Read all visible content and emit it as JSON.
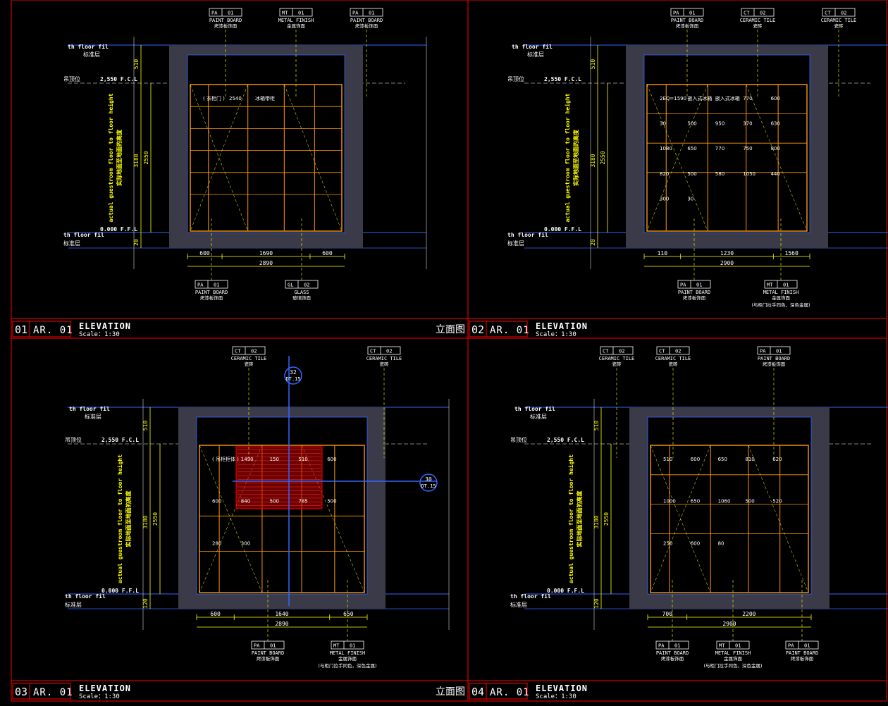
{
  "colors": {
    "frame": "#ff0000",
    "wall": "#3a3a48",
    "cabinet": "#ff9900",
    "dim": "#ffff00",
    "blue": "#3366ff",
    "text": "#ffffff",
    "cyan": "#00ffff"
  },
  "panels": [
    {
      "num": "01",
      "code": "AR. 01",
      "title": "ELEVATION",
      "scale": "Scale：1:30",
      "cn_title": "立面图",
      "tags_top": [
        {
          "code": "PA",
          "num": "01",
          "en": "PAINT BOARD",
          "cn": "烤漆板饰面"
        },
        {
          "code": "MT",
          "num": "01",
          "en": "METAL FINISH",
          "cn": "金属饰面"
        },
        {
          "code": "PA",
          "num": "01",
          "en": "PAINT BOARD",
          "cn": "烤漆板饰面"
        }
      ],
      "tags_bottom": [
        {
          "code": "PA",
          "num": "01",
          "en": "PAINT BOARD",
          "cn": "烤漆板饰面",
          "note": ""
        },
        {
          "code": "GL",
          "num": "02",
          "en": "GLASS",
          "cn": "玻璃饰面",
          "note": ""
        }
      ],
      "levels": {
        "top_en": "th floor fil",
        "top_cn": "标准层",
        "ceil_cn": "吊顶位",
        "ceil_val": "2,550 F.C.L",
        "floor_val": "0.000 F.F.L",
        "bot_en": "th floor fil",
        "bot_cn": "标准层"
      },
      "vdims": [
        "510",
        "2550",
        "3180",
        "20"
      ],
      "vnote_en": "actual guestroom floor to floor height",
      "vnote_cn": "实际地面至地面的高度",
      "bottom_dims": [
        "600",
        "1690",
        "600"
      ],
      "total": "2890",
      "inner_labels": [
        "( 衣柜门 )",
        "2540",
        "冰箱带柜"
      ]
    },
    {
      "num": "02",
      "code": "AR. 01",
      "title": "ELEVATION",
      "scale": "Scale：1:30",
      "cn_title": "",
      "tags_top": [
        {
          "code": "PA",
          "num": "01",
          "en": "PAINT BOARD",
          "cn": "烤漆板饰面"
        },
        {
          "code": "CT",
          "num": "02",
          "en": "CERAMIC TILE",
          "cn": "瓷砖"
        },
        {
          "code": "CT",
          "num": "02",
          "en": "CERAMIC TILE",
          "cn": "瓷砖"
        }
      ],
      "tags_bottom": [
        {
          "code": "PA",
          "num": "01",
          "en": "PAINT BOARD",
          "cn": "烤漆板饰面",
          "note": ""
        },
        {
          "code": "MT",
          "num": "01",
          "en": "METAL FINISH",
          "cn": "金属饰面",
          "note": "(与柜门拉手同色，深色金属)"
        }
      ],
      "levels": {
        "top_en": "th floor fil",
        "top_cn": "标准层",
        "ceil_cn": "吊顶位",
        "ceil_val": "2,550 F.C.L",
        "floor_val": "0.000 F.F.L",
        "bot_en": "th floor fil",
        "bot_cn": "标准层"
      },
      "vdims": [
        "510",
        "2550",
        "3180",
        "20"
      ],
      "vnote_en": "actual guestroom floor to floor height",
      "vnote_cn": "实际地面至地面的高度",
      "bottom_dims": [
        "110",
        "1230",
        "1560"
      ],
      "total": "2900",
      "inner_labels": [
        "2EQ=1590",
        "嵌入式冰箱",
        "嵌入式冰箱",
        "770",
        "600",
        "30",
        "500",
        "950",
        "370",
        "630",
        "1080",
        "650",
        "770",
        "750",
        "800",
        "820",
        "500",
        "580",
        "1050",
        "440",
        "300",
        "30"
      ]
    },
    {
      "num": "03",
      "code": "AR. 01",
      "title": "ELEVATION",
      "scale": "Scale：1:30",
      "cn_title": "立面图",
      "tags_top": [
        {
          "code": "CT",
          "num": "02",
          "en": "CERAMIC TILE",
          "cn": "瓷砖"
        },
        {
          "code": "CT",
          "num": "02",
          "en": "CERAMIC TILE",
          "cn": "瓷砖"
        }
      ],
      "tags_bottom": [
        {
          "code": "PA",
          "num": "01",
          "en": "PAINT BOARD",
          "cn": "烤漆板饰面",
          "note": ""
        },
        {
          "code": "MT",
          "num": "01",
          "en": "METAL FINISH",
          "cn": "金属饰面",
          "note": "(与柜门拉手同色，深色金属)"
        }
      ],
      "callouts": [
        {
          "num": "32",
          "ref": "DT.15"
        },
        {
          "num": "30",
          "ref": "DT.15"
        }
      ],
      "levels": {
        "top_en": "th floor fil",
        "top_cn": "标准层",
        "ceil_cn": "吊顶位",
        "ceil_val": "2,550 F.C.L",
        "floor_val": "0.000 F.F.L",
        "bot_en": "th floor fil",
        "bot_cn": "标准层"
      },
      "vdims": [
        "510",
        "2550",
        "3180",
        "120"
      ],
      "vnote_en": "actual guestroom floor to floor height",
      "vnote_cn": "实际地面至地面的高度",
      "bottom_dims": [
        "600",
        "1640",
        "650"
      ],
      "total": "2890",
      "inner_labels": [
        "( 吊柜柜体 )",
        "1490",
        "150",
        "510",
        "600",
        "600",
        "840",
        "500",
        "785",
        "500",
        "280",
        "300"
      ]
    },
    {
      "num": "04",
      "code": "AR. 01",
      "title": "ELEVATION",
      "scale": "Scale：1:30",
      "cn_title": "",
      "tags_top": [
        {
          "code": "CT",
          "num": "02",
          "en": "CERAMIC TILE",
          "cn": "瓷砖"
        },
        {
          "code": "CT",
          "num": "02",
          "en": "CERAMIC TILE",
          "cn": "瓷砖"
        },
        {
          "code": "PA",
          "num": "01",
          "en": "PAINT BOARD",
          "cn": "烤漆板饰面"
        }
      ],
      "tags_bottom": [
        {
          "code": "PA",
          "num": "01",
          "en": "PAINT BOARD",
          "cn": "烤漆板饰面",
          "note": ""
        },
        {
          "code": "MT",
          "num": "01",
          "en": "METAL FINISH",
          "cn": "金属饰面",
          "note": "(与柜门拉手同色，深色金属)"
        },
        {
          "code": "PA",
          "num": "01",
          "en": "PAINT BOARD",
          "cn": "烤漆板饰面",
          "note": ""
        }
      ],
      "levels": {
        "top_en": "th floor fil",
        "top_cn": "标准层",
        "ceil_cn": "吊顶位",
        "ceil_val": "2,550 F.C.L",
        "floor_val": "0.000 F.F.L",
        "bot_en": "th floor fil",
        "bot_cn": "标准层"
      },
      "vdims": [
        "510",
        "2550",
        "3180",
        "120"
      ],
      "vnote_en": "actual guestroom floor to floor height",
      "vnote_cn": "实际地面至地面的高度",
      "bottom_dims": [
        "700",
        "2200"
      ],
      "total": "2900",
      "inner_labels": [
        "510",
        "600",
        "650",
        "810",
        "620",
        "1000",
        "650",
        "1060",
        "500",
        "520",
        "250",
        "600",
        "80"
      ]
    }
  ]
}
